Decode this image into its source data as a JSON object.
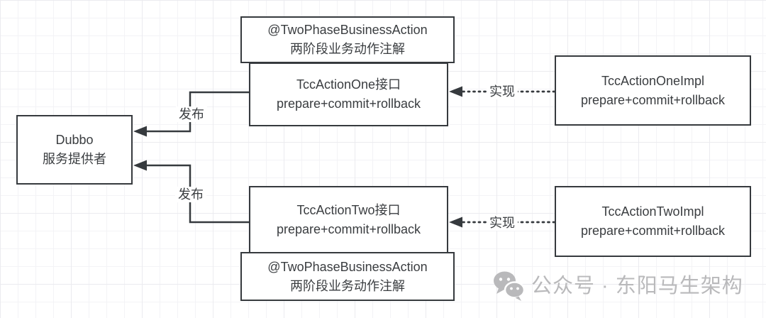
{
  "diagram": {
    "boxes": {
      "annotation_top": {
        "line1": "@TwoPhaseBusinessAction",
        "line2": "两阶段业务动作注解"
      },
      "interface_one": {
        "line1": "TccActionOne接口",
        "line2": "prepare+commit+rollback"
      },
      "impl_one": {
        "line1": "TccActionOneImpl",
        "line2": "prepare+commit+rollback"
      },
      "dubbo": {
        "line1": "Dubbo",
        "line2": "服务提供者"
      },
      "interface_two": {
        "line1": "TccActionTwo接口",
        "line2": "prepare+commit+rollback"
      },
      "annotation_bottom": {
        "line1": "@TwoPhaseBusinessAction",
        "line2": "两阶段业务动作注解"
      },
      "impl_two": {
        "line1": "TccActionTwoImpl",
        "line2": "prepare+commit+rollback"
      }
    },
    "edge_labels": {
      "publish_top": "发布",
      "publish_bottom": "发布",
      "implement_top": "实现",
      "implement_bottom": "实现"
    },
    "colors": {
      "line": "#363a3e",
      "box_border": "#363a3e",
      "box_fill": "#ffffff",
      "text": "#3a3d40",
      "grid_minor": "#f3f3f6",
      "grid_major": "#ebebef",
      "watermark": "#b9b9bb"
    }
  },
  "watermark": {
    "icon": "wechat-icon",
    "text": "公众号 · 东阳马生架构"
  }
}
